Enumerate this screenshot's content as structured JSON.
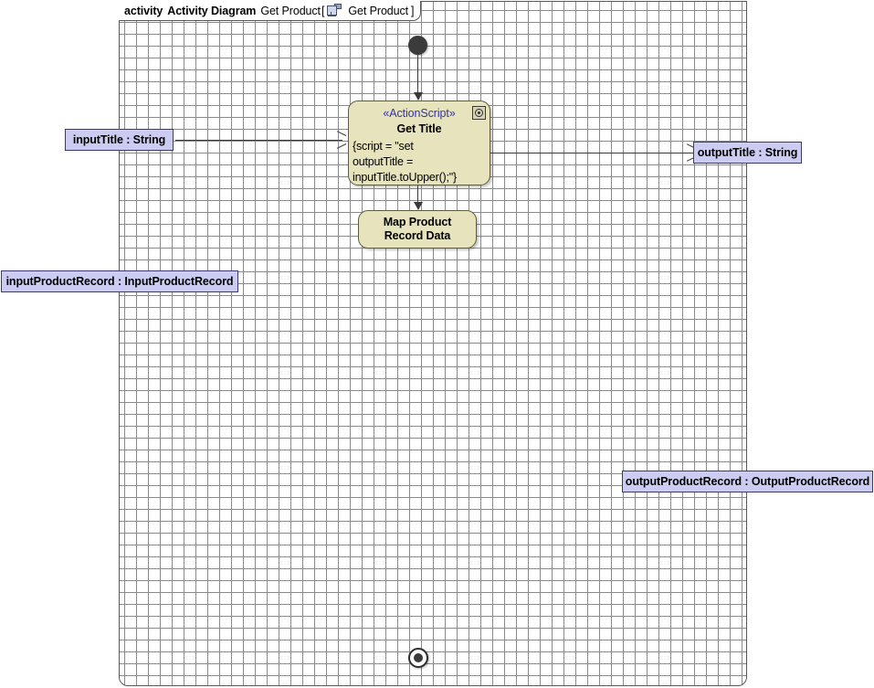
{
  "diagram": {
    "kind_label": "activity",
    "type_label": "Activity Diagram",
    "name": "Get Product",
    "bracket_open": "[",
    "bracket_close": "]",
    "reference_name": "Get Product",
    "header_icon": "activity-reference-icon",
    "frame_border_color": "#5a5a5a",
    "background_color": "#ffffff",
    "grid_dot_color": "#8a8a8a"
  },
  "nodes": {
    "initial": {
      "name": "initial-node",
      "shape": "filled-circle",
      "color": "#3b3b3b"
    },
    "final": {
      "name": "activity-final-node",
      "shape": "circle-in-circle",
      "color": "#3b3b3b"
    },
    "get_title": {
      "stereotype": "«ActionScript»",
      "title": "Get Title",
      "body_line_1": "{script = \"set",
      "body_line_2": "outputTitle =",
      "body_line_3": "inputTitle.toUpper();\"}",
      "fill_color": "#e6e3bd",
      "border_color": "#5d5d3d",
      "stereotype_color": "#3333aa",
      "icon": "behavior-icon"
    },
    "map_product": {
      "title_line_1": "Map Product",
      "title_line_2": "Record Data",
      "fill_color": "#e6e3bd",
      "border_color": "#5d5d3d"
    }
  },
  "parameters": [
    {
      "id": "input-title",
      "label": "inputTitle : String",
      "direction": "input",
      "fill_color": "#ccccf2",
      "border_color": "#3a3a6e"
    },
    {
      "id": "input-product-record",
      "label": "inputProductRecord : InputProductRecord",
      "direction": "input",
      "fill_color": "#ccccf2",
      "border_color": "#3a3a6e"
    },
    {
      "id": "output-title",
      "label": "outputTitle : String",
      "direction": "output",
      "fill_color": "#ccccf2",
      "border_color": "#3a3a6e"
    },
    {
      "id": "output-product-record",
      "label": "outputProductRecord : OutputProductRecord",
      "direction": "output",
      "fill_color": "#ccccf2",
      "border_color": "#3a3a6e"
    }
  ],
  "edges": [
    {
      "id": "initial-to-get-title",
      "type": "control-flow",
      "arrow": "filled"
    },
    {
      "id": "get-title-to-map-product",
      "type": "control-flow",
      "arrow": "filled"
    },
    {
      "id": "input-title-to-get-title",
      "type": "object-flow",
      "arrow": "open"
    },
    {
      "id": "get-title-to-output-title",
      "type": "object-flow",
      "arrow": "open"
    }
  ]
}
